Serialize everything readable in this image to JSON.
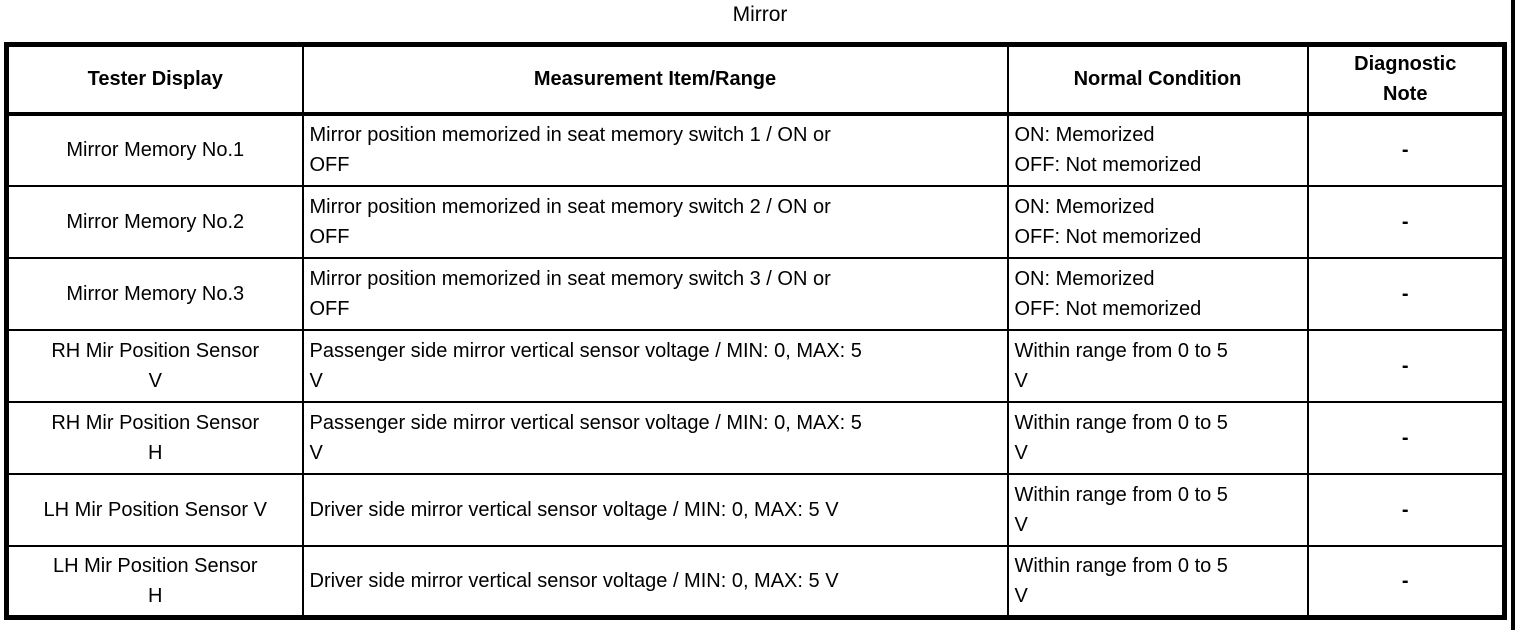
{
  "page": {
    "title": "Mirror"
  },
  "colors": {
    "text": "#000000",
    "background": "#ffffff",
    "border": "#000000"
  },
  "table": {
    "headers": [
      "Tester Display",
      "Measurement Item/Range",
      "Normal Condition",
      "Diagnostic\nNote"
    ],
    "rows": [
      {
        "tester_display": "Mirror Memory No.1",
        "measurement_item_range": "Mirror position memorized in seat memory switch 1 / ON or\nOFF",
        "normal_condition": "ON: Memorized\nOFF: Not memorized",
        "diagnostic_note": "-"
      },
      {
        "tester_display": "Mirror Memory No.2",
        "measurement_item_range": "Mirror position memorized in seat memory switch 2 / ON or\nOFF",
        "normal_condition": "ON: Memorized\nOFF: Not memorized",
        "diagnostic_note": "-"
      },
      {
        "tester_display": "Mirror Memory No.3",
        "measurement_item_range": "Mirror position memorized in seat memory switch 3 / ON or\nOFF",
        "normal_condition": "ON: Memorized\nOFF: Not memorized",
        "diagnostic_note": "-"
      },
      {
        "tester_display": "RH Mir Position Sensor\nV",
        "measurement_item_range": "Passenger side mirror vertical sensor voltage / MIN: 0, MAX: 5\nV",
        "normal_condition": "Within range from 0 to 5\nV",
        "diagnostic_note": "-"
      },
      {
        "tester_display": "RH Mir Position Sensor\nH",
        "measurement_item_range": "Passenger side mirror vertical sensor voltage / MIN: 0, MAX: 5\nV",
        "normal_condition": "Within range from 0 to 5\nV",
        "diagnostic_note": "-"
      },
      {
        "tester_display": "LH Mir Position Sensor V",
        "measurement_item_range": "Driver side mirror vertical sensor voltage / MIN: 0, MAX: 5 V",
        "normal_condition": "Within range from 0 to 5\nV",
        "diagnostic_note": "-"
      },
      {
        "tester_display": "LH Mir Position Sensor\nH",
        "measurement_item_range": "Driver side mirror vertical sensor voltage / MIN: 0, MAX: 5 V",
        "normal_condition": "Within range from 0 to 5\nV",
        "diagnostic_note": "-"
      }
    ]
  }
}
